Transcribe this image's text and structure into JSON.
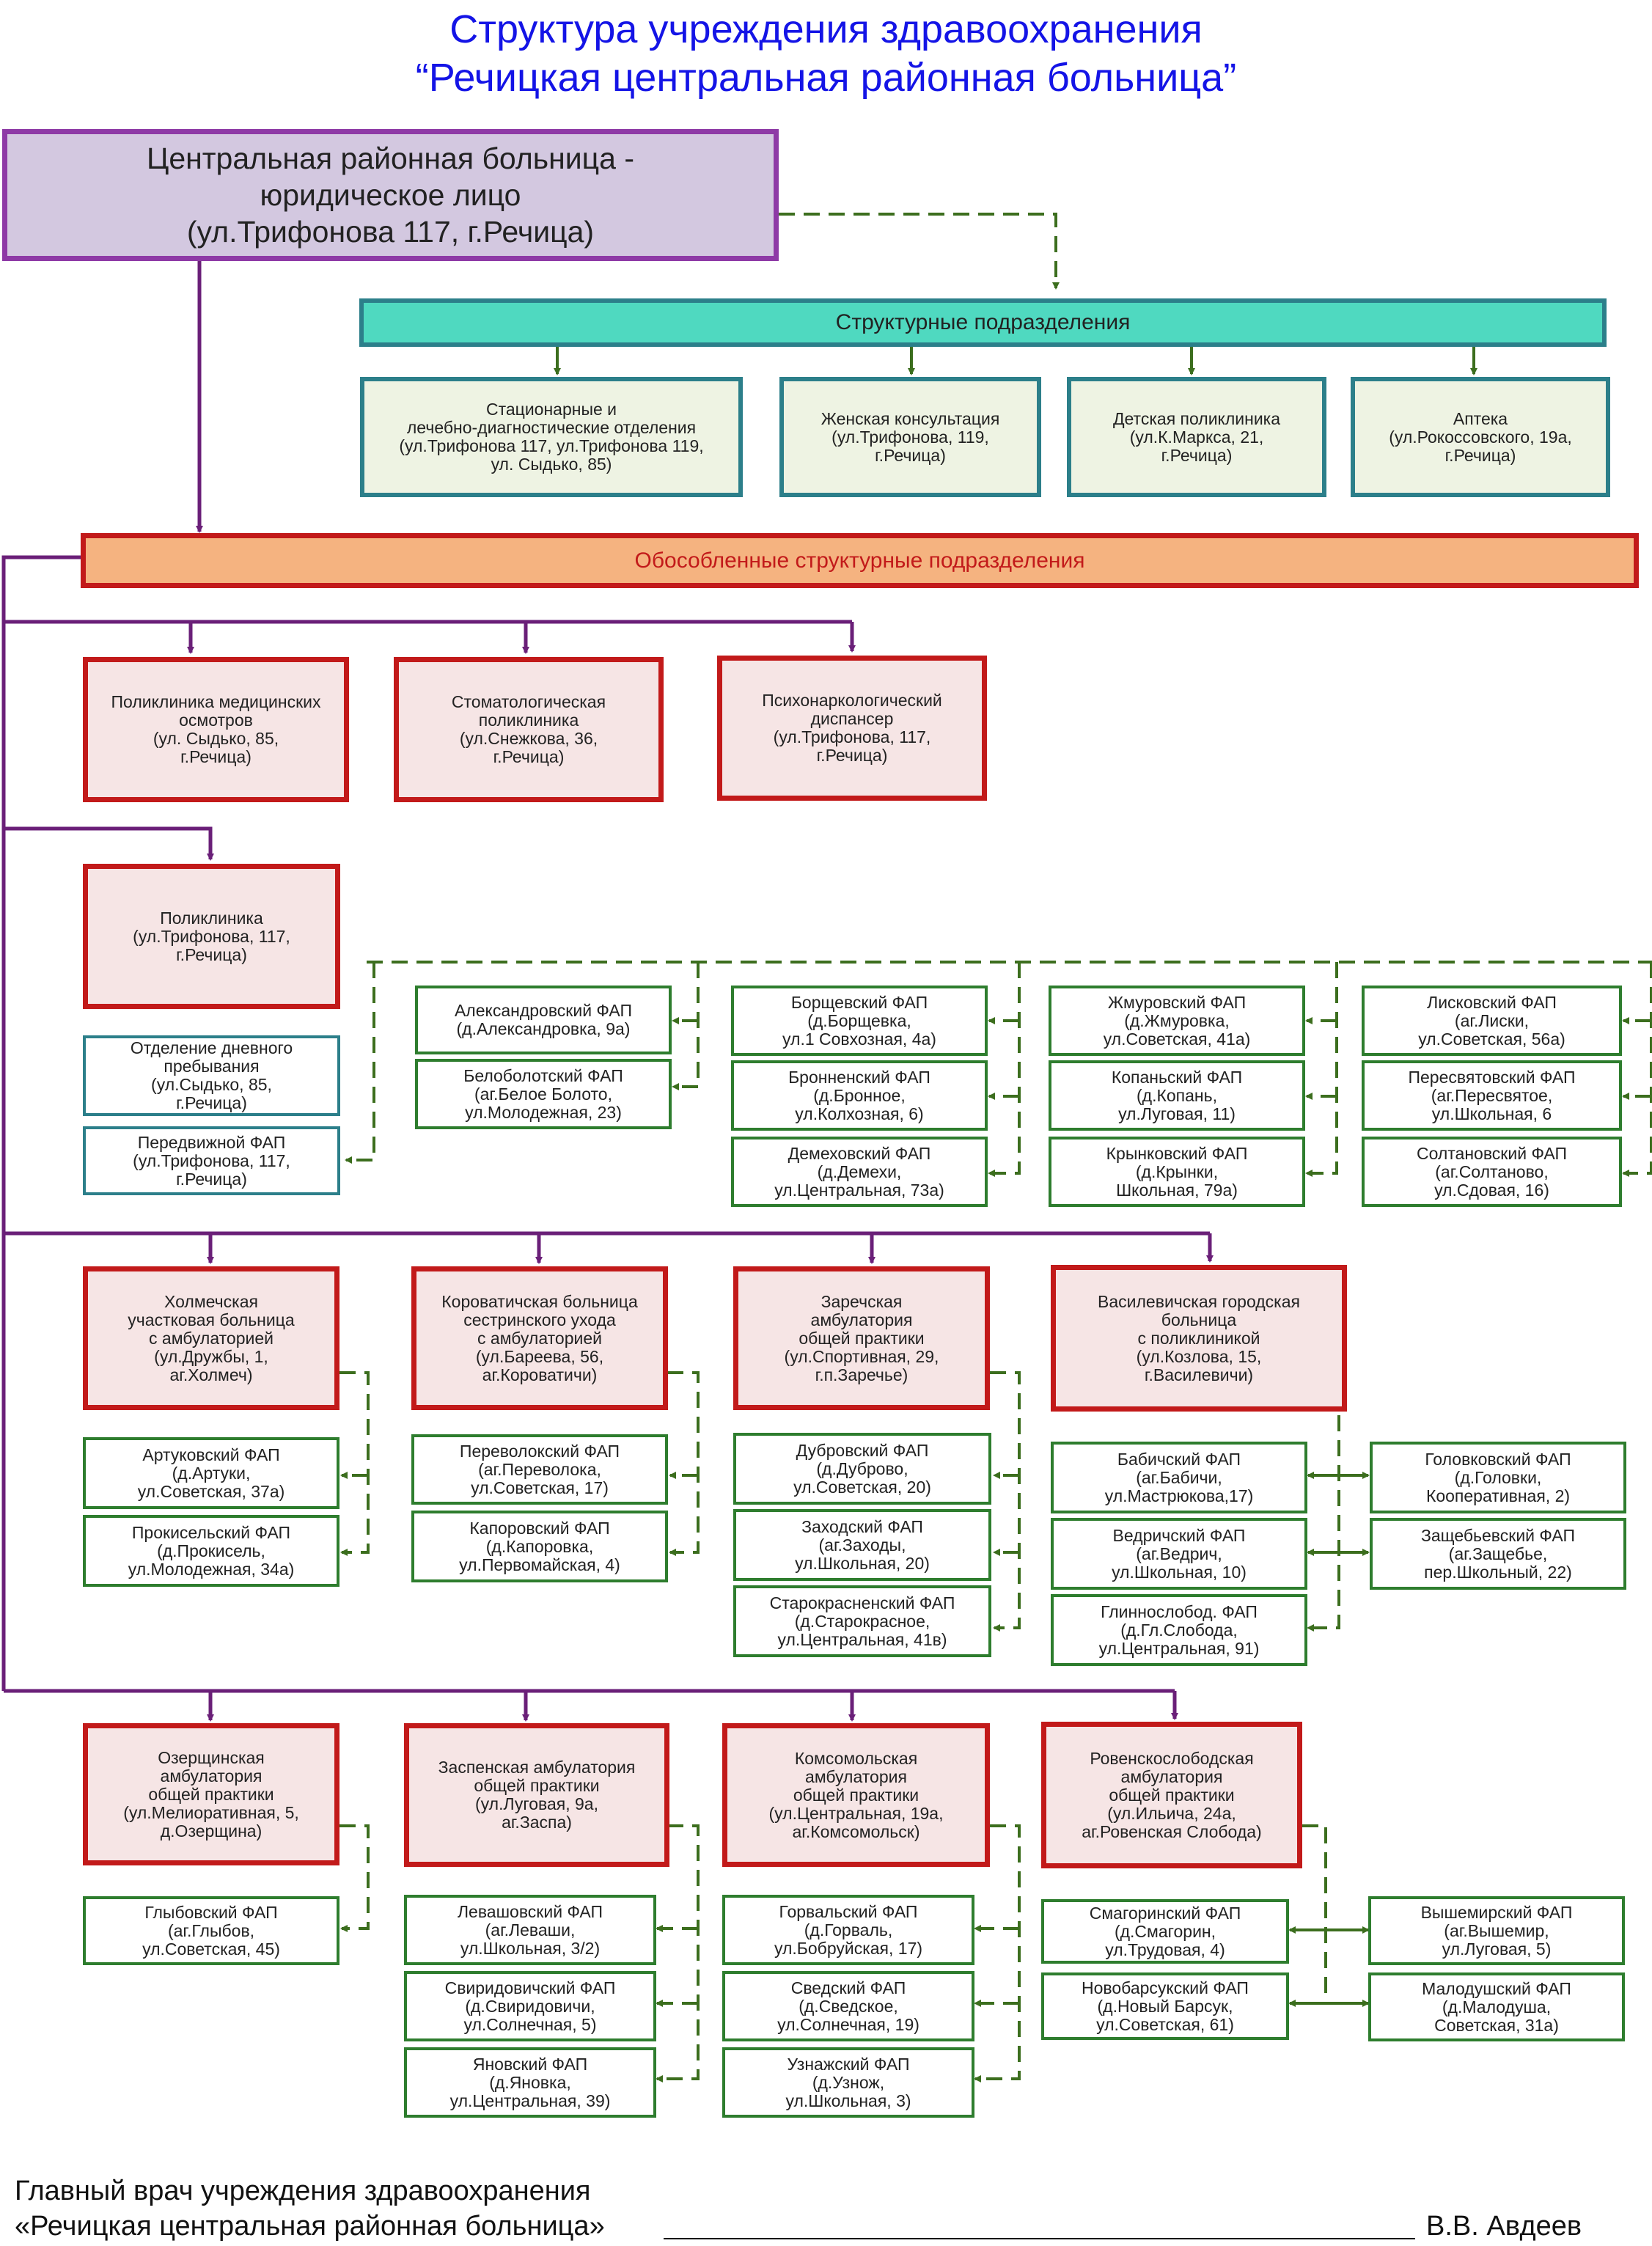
{
  "title": {
    "line1": "Структура учреждения здравоохранения",
    "line2": "“Речицкая центральная районная больница”"
  },
  "root": "Центральная районная больница -\nюридическое лицо\n(ул.Трифонова 117, г.Речица)",
  "structural": {
    "header": "Структурные подразделения",
    "units": [
      "Стационарные и\nлечебно-диагностические отделения\n(ул.Трифонова 117,  ул.Трифонова 119,\nул. Сыдько, 85)",
      "Женская консультация\n(ул.Трифонова, 119,\nг.Речица)",
      "Детская поликлиника\n(ул.К.Маркса, 21,\nг.Речица)",
      "Аптека\n(ул.Рокоссовского, 19а,\nг.Речица)"
    ]
  },
  "separate": {
    "header": "Обособленные структурные подразделения",
    "row1": [
      "Поликлиника медицинских\nосмотров\n(ул. Сыдько, 85,\nг.Речица)",
      "Стоматологическая\nполиклиника\n(ул.Снежкова, 36,\nг.Речица)",
      "Психонаркологический\nдиспансер\n(ул.Трифонова, 117,\nг.Речица)"
    ],
    "polyclinic": {
      "name": "Поликлиника\n(ул.Трифонова, 117,\nг.Речица)",
      "day_stay": "Отделение дневного\nпребывания\n(ул.Сыдько, 85,\nг.Речица)",
      "mobile": "Передвижной ФАП\n(ул.Трифонова, 117,\nг.Речица)",
      "faps": [
        [
          "Александровский ФАП\n(д.Александровка, 9а)",
          "Белоболотский ФАП\n(аг.Белое Болото,\nул.Молодежная, 23)"
        ],
        [
          "Борщевский ФАП\n(д.Борщевка,\nул.1 Совхозная, 4а)",
          "Бронненский ФАП\n(д.Бронное,\nул.Колхозная, 6)",
          "Демеховский ФАП\n(д.Демехи,\nул.Центральная, 73а)"
        ],
        [
          "Жмуровский ФАП\n(д.Жмуровка,\nул.Советская, 41а)",
          "Копаньский ФАП\n(д.Копань,\nул.Луговая, 11)",
          "Крынковский ФАП\n(д.Крынки,\nШкольная, 79а)"
        ],
        [
          "Лисковский ФАП\n(аг.Лиски,\nул.Советская, 56а)",
          "Пересвятовский ФАП\n(аг.Пересвятое,\nул.Школьная, 6",
          "Солтановский ФАП\n(аг.Солтаново,\nул.Сдовая, 16)"
        ]
      ]
    },
    "row3": [
      {
        "name": "Холмечская\nучастковая больница\nс амбулаторией\n(ул.Дружбы, 1,\nаг.Холмеч)",
        "faps": [
          "Артуковский ФАП\n(д.Артуки,\nул.Советская, 37а)",
          "Прокисельский ФАП\n(д.Прокисель,\nул.Молодежная, 34а)"
        ]
      },
      {
        "name": "Короватичская больница\nсестринского ухода\nс амбулаторией\n(ул.Бареева, 56,\nаг.Короватичи)",
        "faps": [
          "Переволокский ФАП\n(аг.Переволока,\nул.Советская, 17)",
          "Капоровский ФАП\n(д.Капоровка,\nул.Первомайская, 4)"
        ]
      },
      {
        "name": "Заречская\nамбулатория\nобщей практики\n(ул.Спортивная, 29,\nг.п.Заречье)",
        "faps": [
          "Дубровский ФАП\n(д.Дуброво,\nул.Советская, 20)",
          "Заходский ФАП\n(аг.Заходы,\nул.Школьная, 20)",
          "Старокрасненский ФАП\n(д.Старокрасное,\nул.Центральная, 41в)"
        ]
      },
      {
        "name": "Василевичская городская\nбольница\nс поликлиникой\n(ул.Козлова, 15,\nг.Василевичи)",
        "faps": [
          "Бабичский ФАП\n(аг.Бабичи,\nул.Мастрюкова,17)",
          "Ведричский ФАП\n(аг.Ведрич,\nул.Школьная, 10)",
          "Глиннослобод. ФАП\n(д.Гл.Слобода,\nул.Центральная, 91)"
        ],
        "faps_right": [
          "Головковский ФАП\n(д.Головки,\nКооперативная, 2)",
          "Защебьевский ФАП\n(аг.Защебье,\nпер.Школьный, 22)"
        ]
      }
    ],
    "row4": [
      {
        "name": "Озерщинская\nамбулатория\nобщей практики\n(ул.Мелиоративная, 5,\nд.Озерщина)",
        "faps": [
          "Глыбовский ФАП\n(аг.Глыбов,\nул.Советская, 45)"
        ]
      },
      {
        "name": "Заспенская амбулатория\nобщей практики\n(ул.Луговая, 9а,\nаг.Заспа)",
        "faps": [
          "Левашовский ФАП\n(аг.Леваши,\nул.Школьная, 3/2)",
          "Свиридовичский ФАП\n(д.Свиридовичи,\nул.Солнечная, 5)",
          "Яновский ФАП\n(д.Яновка,\nул.Центральная, 39)"
        ]
      },
      {
        "name": "Комсомольская\nамбулатория\nобщей практики\n(ул.Центральная, 19а,\nаг.Комсомольск)",
        "faps": [
          "Горвальский ФАП\n(д.Горваль,\nул.Бобруйская, 17)",
          "Сведский ФАП\n(д.Сведское,\nул.Солнечная, 19)",
          "Узнажский ФАП\n(д.Узнож,\nул.Школьная, 3)"
        ]
      },
      {
        "name": "Ровенскослободская\nамбулатория\nобщей практики\n(ул.Ильича, 24а,\nаг.Ровенская Слобода)",
        "faps": [
          "Смагоринский ФАП\n(д.Смагорин,\nул.Трудовая, 4)",
          "Новобарсукский ФАП\n(д.Новый Барсук,\nул.Советская, 61)"
        ],
        "faps_right": [
          "Вышемирский ФАП\n(аг.Вышемир,\nул.Луговая, 5)",
          "Малодушский ФАП\n(д.Малодуша,\nСоветская, 31а)"
        ]
      }
    ]
  },
  "footer": {
    "line1": "Главный врач учреждения здравоохранения",
    "line2": "«Речицкая центральная районная больница»",
    "signature": "В.В. Авдеев"
  },
  "colors": {
    "title": "#1414e6",
    "purple": "#8e3aa6",
    "purple_line": "#6a1f78",
    "teal": "#2c7f8a",
    "teal_fill": "#4fd9c0",
    "red": "#c21a1a",
    "orange_fill": "#f5b380",
    "green": "#2e7d2e",
    "green_dash": "#3c6e1e"
  }
}
